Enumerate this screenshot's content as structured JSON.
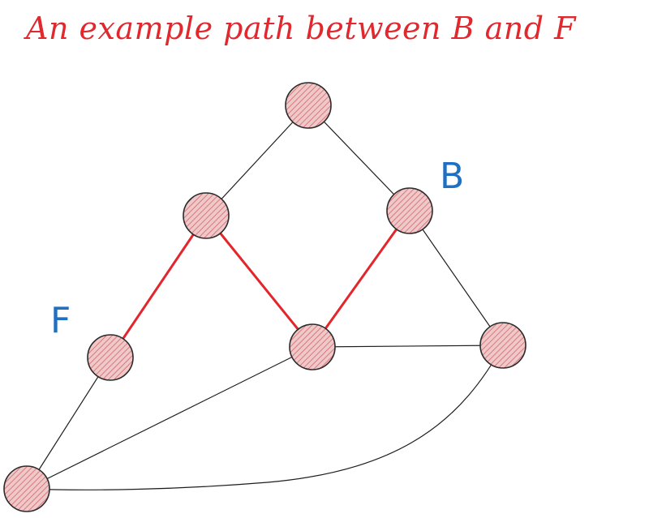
{
  "title": "An example path between B and F",
  "colors": {
    "title": "#e0282e",
    "label": "#1f6fc2",
    "highlight_edge": "#e3262b",
    "normal_edge": "#1e1e1e",
    "node_fill": "#efc9c9",
    "node_hatch": "#d9797c"
  },
  "node_labels": {
    "b": "B",
    "f": "F"
  },
  "nodes": [
    "top",
    "mid-left",
    "b",
    "f",
    "center",
    "right",
    "bottom-left"
  ],
  "edges": [
    {
      "from": "top",
      "to": "mid-left",
      "highlight": false
    },
    {
      "from": "top",
      "to": "b",
      "highlight": false
    },
    {
      "from": "mid-left",
      "to": "f",
      "highlight": true
    },
    {
      "from": "mid-left",
      "to": "center",
      "highlight": true
    },
    {
      "from": "b",
      "to": "center",
      "highlight": true
    },
    {
      "from": "b",
      "to": "right",
      "highlight": false
    },
    {
      "from": "center",
      "to": "right",
      "highlight": false
    },
    {
      "from": "f",
      "to": "bottom-left",
      "highlight": false
    },
    {
      "from": "center",
      "to": "bottom-left",
      "highlight": false
    },
    {
      "from": "right",
      "to": "bottom-left",
      "highlight": false
    }
  ]
}
